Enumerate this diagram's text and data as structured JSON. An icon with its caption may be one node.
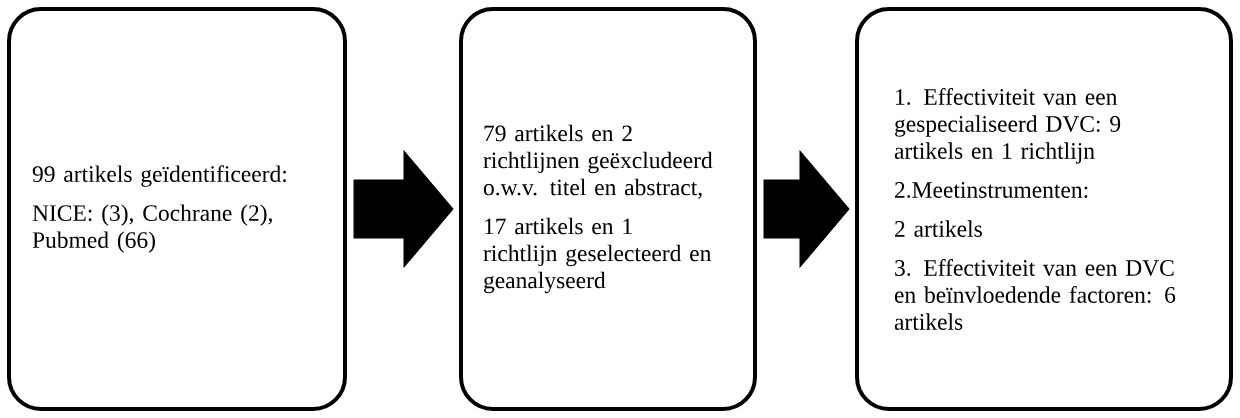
{
  "diagram": {
    "nodes": [
      {
        "text": [
          "99 artikels geïdentificeerd:",
          "NICE: (3), Cochrane (2), Pubmed (66)"
        ]
      },
      {
        "text": [
          "79 artikels en 2 richtlijnen geëxcludeerd o.w.v. titel en abstract,",
          "17 artikels en 1 richtlijn geselecteerd en geanalyseerd"
        ]
      },
      {
        "text": [
          "1. Effectiviteit van een gespecialiseerd DVC: 9 artikels en 1 richtlijn",
          "2.Meetinstrumenten:",
          "2 artikels",
          "3. Effectiviteit van een DVC en beïnvloedende factoren: 6 artikels"
        ]
      }
    ],
    "edges": [
      {
        "from": 0,
        "to": 1,
        "arrow": "to"
      },
      {
        "from": 1,
        "to": 2,
        "arrow": "to"
      }
    ]
  }
}
